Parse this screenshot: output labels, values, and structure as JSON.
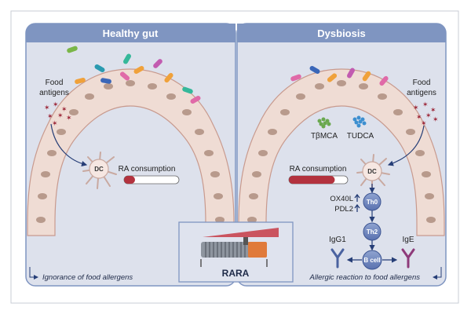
{
  "left_panel": {
    "title": "Healthy gut",
    "food_antigens": [
      "Food",
      "antigens"
    ],
    "cell": "DC",
    "ra_label": "RA consumption",
    "ra_level": 0.2,
    "caption": "Ignorance of food allergens"
  },
  "right_panel": {
    "title": "Dysbiosis",
    "food_antigens": [
      "Food",
      "antigens"
    ],
    "metabolite_1": "TβMCA",
    "metabolite_2": "TUDCA",
    "ra_label": "RA consumption",
    "ra_level": 0.78,
    "cell": "DC",
    "th0": "Th0",
    "th2": "Th2",
    "bcell": "B cell",
    "marker_1": "OX40L",
    "marker_2": "PDL2",
    "igg1": "IgG1",
    "ige": "IgE",
    "caption": "Allergic reaction to food allergens"
  },
  "center": {
    "label": "RARA"
  },
  "colors": {
    "header": "#7f95c1",
    "panel_bg": "#dde1ec",
    "epithelium": "#efdcd4",
    "nucleus": "#b89a8c",
    "ra_fill": "#b3323e",
    "arrow": "#263e77",
    "antibody": "#4a62a0",
    "ige": "#8e3a7a"
  }
}
